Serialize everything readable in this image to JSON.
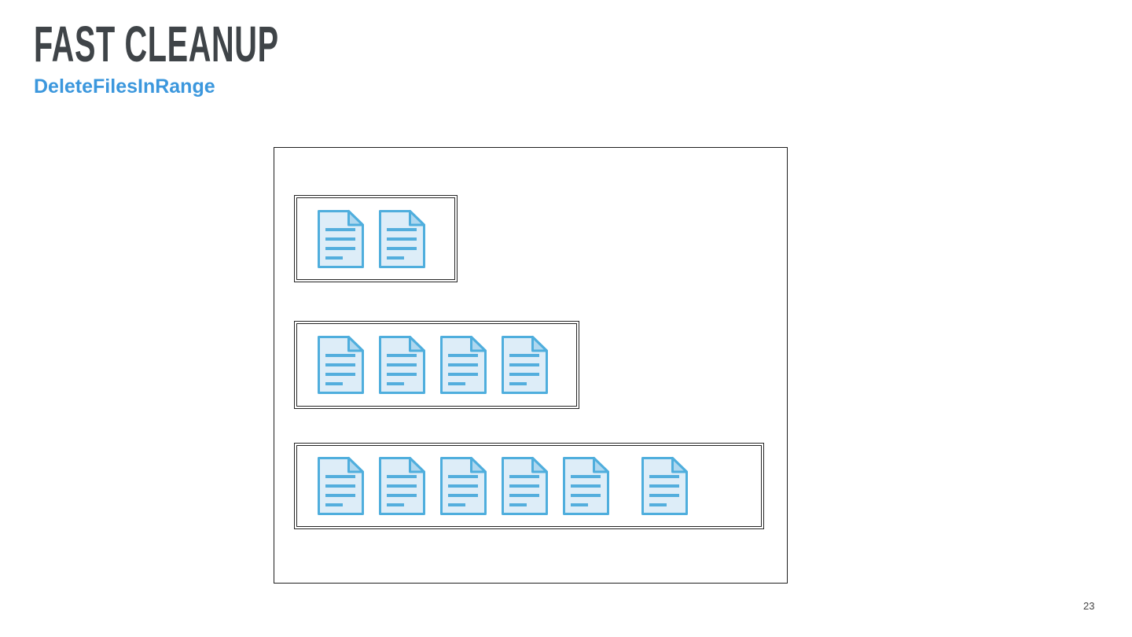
{
  "slide": {
    "title": "FAST CLEANUP",
    "subtitle": "DeleteFilesInRange",
    "page_number": "23",
    "colors": {
      "background": "#ffffff",
      "title": "#3f4448",
      "subtitle_accent": "#3b97dd",
      "outer_box_border": "#1f1f1f",
      "group_box_border": "#262626"
    }
  },
  "diagram": {
    "description_of_groups": "three nested double-bordered boxes holding document icons",
    "groups": [
      {
        "label": "file-group-1",
        "file_count": 2,
        "wide_gap_before_last": false
      },
      {
        "label": "file-group-2",
        "file_count": 4,
        "wide_gap_before_last": false
      },
      {
        "label": "file-group-3",
        "file_count": 6,
        "wide_gap_before_last": true
      }
    ],
    "file_icon": {
      "name": "document-icon",
      "fill": "#ddedf8",
      "stroke": "#4faedd",
      "fold_fill": "#aed7ef",
      "line_color": "#53aedd"
    }
  }
}
